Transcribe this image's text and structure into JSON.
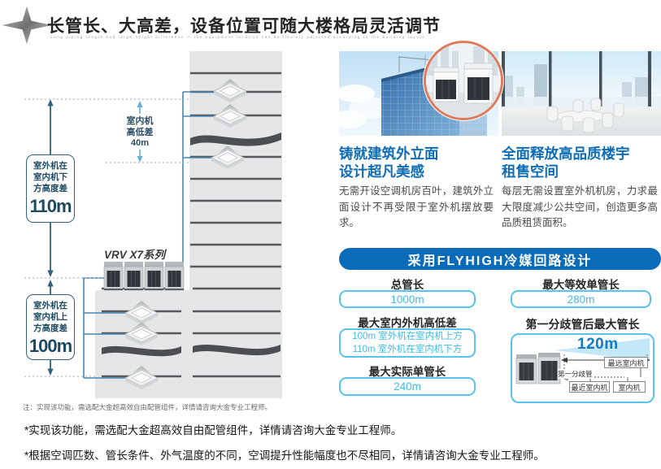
{
  "header": {
    "title": "长管长、大高差，设备位置可随大楼格局灵活调节",
    "subtitle_micro": "Long piping length and large height difference — the equipment location can be flexibly adjusted according to the building layout"
  },
  "diagram": {
    "series_label": "VRV X7系列",
    "indoor_diff": {
      "line1": "室内机",
      "line2": "高低差",
      "value": "40m"
    },
    "outdoor_below": {
      "line1": "室外机在",
      "line2": "室内机下",
      "line3": "方高度差",
      "value": "110m"
    },
    "outdoor_above": {
      "line1": "室外机在",
      "line2": "室内机上",
      "line3": "方高度差",
      "value": "100m"
    },
    "note": "注：实现该功能，需选配大金超高效自由配管组件，详情请咨询大金专业工程师。"
  },
  "features": {
    "facade": {
      "title1": "铸就建筑外立面",
      "title2": "设计超凡美感",
      "body": "无需开设空调机房百叶，建筑外立面设计不再受限于室外机摆放要求。"
    },
    "space": {
      "title1": "全面释放高品质楼宇",
      "title2": "租售空间",
      "body": "每层无需设置室外机机房，力求最大限度减少公共空间，创造更多高品质租赁面积。"
    }
  },
  "flyhigh": {
    "banner": "采用FLYHIGH冷媒回路设计",
    "total": {
      "label": "总管长",
      "value": "1000m"
    },
    "equiv": {
      "label": "最大等效单管长",
      "value": "280m"
    },
    "height": {
      "label": "最大室内外机高低差",
      "line1": "100m 室外机在室内机上方",
      "line2": "110m 室外机在室内机下方"
    },
    "actual": {
      "label": "最大实际单管长",
      "value": "240m"
    },
    "branch": {
      "label": "第一分歧管后最大管长",
      "distance": "120m",
      "pipe": "第一分歧管",
      "farthest": "最远室内机",
      "nearest": "最近室内机",
      "indoor": "室内机"
    }
  },
  "footnotes": {
    "n1": "*实现该功能，需选配大金超高效自由配管组件，详情请咨询大金专业工程师。",
    "n2": "*根据空调匹数、管长条件、外气温度的不同，空调提升性能幅度也不尽相同，详情请咨询大金专业工程师。"
  },
  "colors": {
    "daikin_blue": "#0a6cb8",
    "heading_blue": "#0e6db5",
    "light_blue_border": "#58c4ee",
    "light_blue_text": "#41bbe8",
    "steel_blue": "#30607c",
    "pipe_blue": "#4585b5",
    "inset_ring": "#e0795b"
  }
}
